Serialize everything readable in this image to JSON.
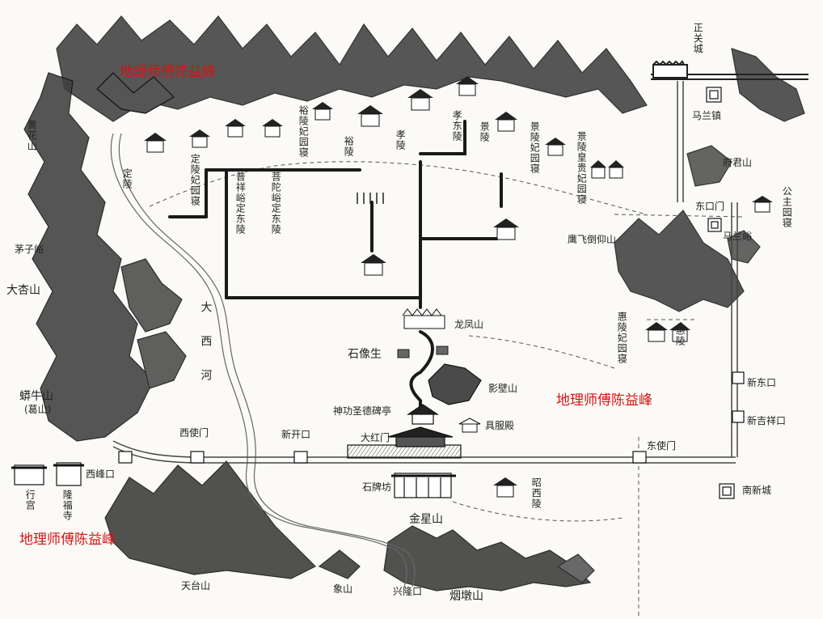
{
  "watermark": "地理师傅陈益峰",
  "labels": {
    "zhengguancheng": "正关城",
    "malanzhen": "马兰镇",
    "fujunshan": "府君山",
    "dongkoumen": "东口门",
    "gongzhuyuanqin": "公主园寝",
    "malanyu": "马兰峪",
    "yingfeidaoyangshan": "鹰飞倒仰山",
    "huilingfeiyuanqin": "惠陵妃园寝",
    "huiling": "惠陵",
    "xindongkou": "新东口",
    "xinjixiangkou": "新吉祥口",
    "nanxincheng": "南新城",
    "dongshimen": "东使门",
    "zhaoxiling": "昭西陵",
    "jinxingshan": "金星山",
    "yanduishan": "烟墩山",
    "xinglongkou": "兴隆口",
    "xiangshan": "象山",
    "tiantaishan": "天台山",
    "shipaifang": "石牌坊",
    "dahongmen": "大红门",
    "juyidian": "具服殿",
    "shengongshengdebeiting": "神功圣德碑亭",
    "yingbishan": "影壁山",
    "shixiangsheng": "石像生",
    "longfengshan": "龙凤山",
    "daxihe": "大西河",
    "xinkaikou": "新开口",
    "xishimen": "西使门",
    "xifengkou": "西峰口",
    "xinggong": "行宫",
    "longfusi": "隆福寺",
    "mangniushan": "蟒牛山",
    "geshan": "(葛山)",
    "daxingshan": "大杏山",
    "maoziyu": "茅子峪",
    "huanghuashan": "黄花山",
    "dingling": "定陵",
    "dinglingfeiyuanqin": "定陵妃园寝",
    "puxiangyudingdongling": "普祥峪定东陵",
    "putuoyudingdongling": "菩陀峪定东陵",
    "yulingfeiyuanqin": "裕陵妃园寝",
    "yuling": "裕陵",
    "xiaoling": "孝陵",
    "xiaodongling": "孝东陵",
    "jingling": "景陵",
    "jinglingfeiyuanqin": "景陵妃园寝",
    "jinglinghuangguifeiyuanqin": "景陵皇贵妃园寝"
  }
}
